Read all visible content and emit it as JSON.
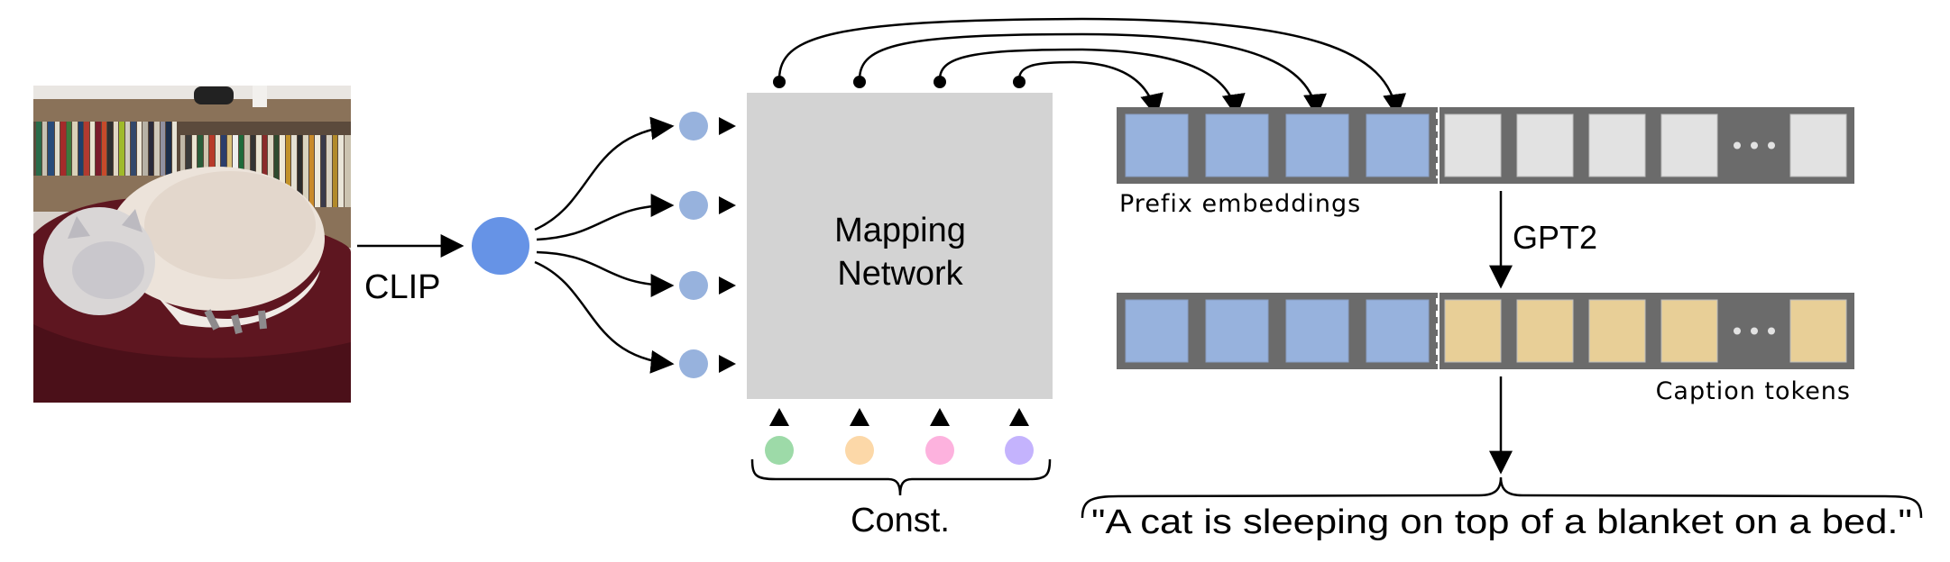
{
  "title": "ClipCap architecture overview",
  "input": {
    "image_alt": "Photo of a cream-colored cat curled up sleeping on a dark red blanket in front of a bookshelf",
    "encoder_label": "CLIP"
  },
  "mapping": {
    "line1": "Mapping",
    "line2": "Network",
    "const_label": "Const.",
    "const_colors": [
      "#9ddaa8",
      "#fcd8a8",
      "#fdb2de",
      "#c4b3fd"
    ]
  },
  "prefix": {
    "label": "Prefix embeddings",
    "count": 4
  },
  "tokens": {
    "placeholder_count": 5,
    "ellipsis": "• • •"
  },
  "gpt": {
    "label": "GPT2"
  },
  "caption_tokens": {
    "label": "Caption tokens"
  },
  "output": {
    "caption": "\"A cat is sleeping on top of a blanket on a bed.\""
  },
  "colors": {
    "clip_embedding": "#6693e6",
    "prefix_token": "#97b2dd",
    "empty_token": "#e2e2e2",
    "caption_token": "#e8cf97",
    "strip": "#6b6b6b",
    "mapping_box": "#d3d3d3"
  }
}
